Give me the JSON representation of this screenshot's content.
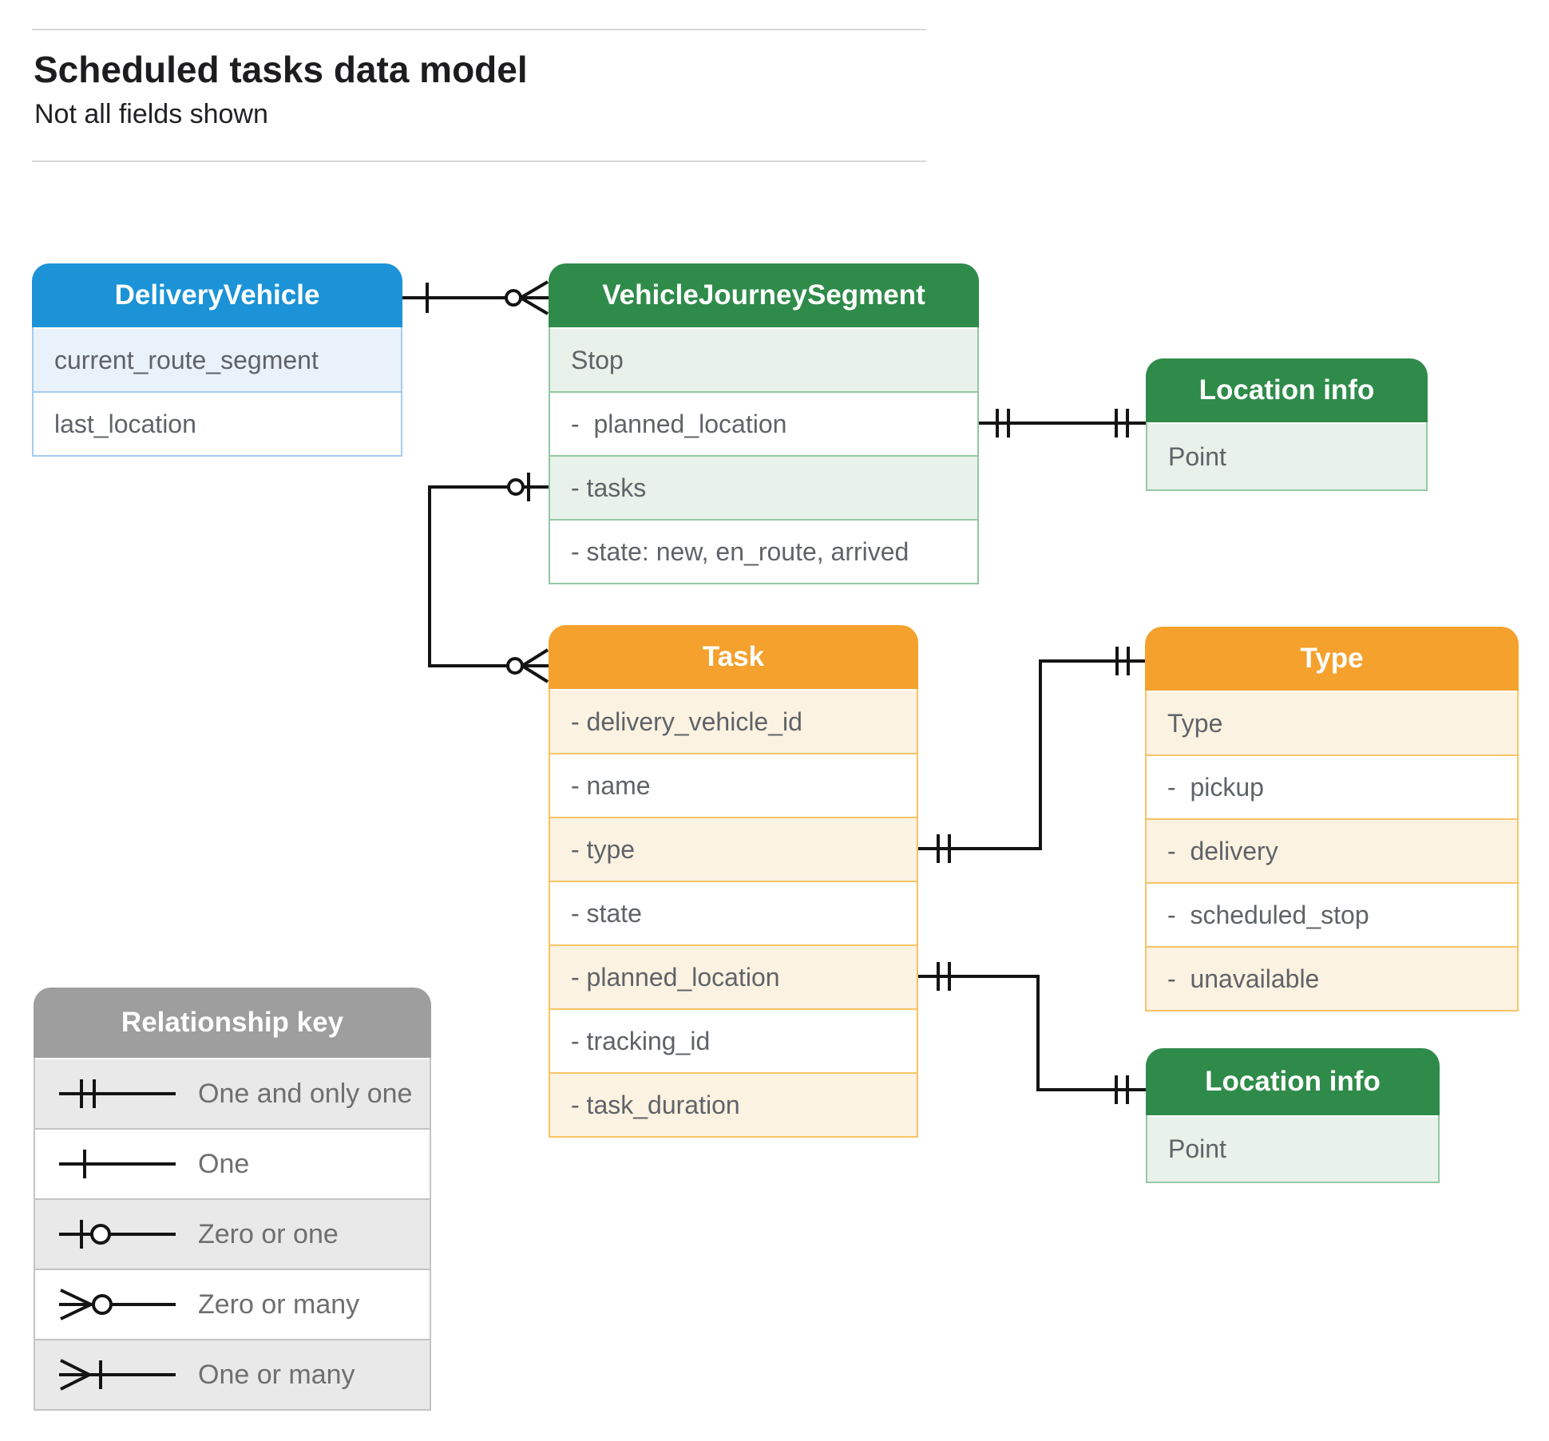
{
  "header": {
    "title": "Scheduled tasks data model",
    "subtitle": "Not all fields shown"
  },
  "entities": {
    "delivery_vehicle": {
      "title": "DeliveryVehicle",
      "fields": [
        "current_route_segment",
        "last_location"
      ]
    },
    "vehicle_journey_segment": {
      "title": "VehicleJourneySegment",
      "fields": [
        "Stop",
        "-  planned_location",
        "- tasks",
        "- state: new, en_route, arrived"
      ]
    },
    "location_info_top": {
      "title": "Location info",
      "fields": [
        "Point"
      ]
    },
    "task": {
      "title": "Task",
      "fields": [
        "- delivery_vehicle_id",
        "- name",
        "- type",
        "- state",
        "- planned_location",
        "- tracking_id",
        "- task_duration"
      ]
    },
    "type": {
      "title": "Type",
      "fields": [
        "Type",
        "-  pickup",
        "-  delivery",
        "-  scheduled_stop",
        "-  unavailable"
      ]
    },
    "location_info_bottom": {
      "title": "Location info",
      "fields": [
        "Point"
      ]
    }
  },
  "legend": {
    "title": "Relationship key",
    "items": [
      {
        "symbol": "one-and-only-one",
        "label": "One and only one"
      },
      {
        "symbol": "one",
        "label": "One"
      },
      {
        "symbol": "zero-or-one",
        "label": "Zero or one"
      },
      {
        "symbol": "zero-or-many",
        "label": "Zero or many"
      },
      {
        "symbol": "one-or-many",
        "label": "One or many"
      }
    ]
  },
  "relationships": [
    {
      "from": "DeliveryVehicle",
      "to": "VehicleJourneySegment",
      "from_cardinality": "one",
      "to_cardinality": "zero-or-many"
    },
    {
      "from": "VehicleJourneySegment.planned_location",
      "to": "Location info",
      "from_cardinality": "one-and-only-one",
      "to_cardinality": "one-and-only-one"
    },
    {
      "from": "VehicleJourneySegment.tasks",
      "to": "Task",
      "from_cardinality": "zero-or-one",
      "to_cardinality": "zero-or-many"
    },
    {
      "from": "Task.type",
      "to": "Type",
      "from_cardinality": "one-and-only-one",
      "to_cardinality": "one-and-only-one"
    },
    {
      "from": "Task.planned_location",
      "to": "Location info",
      "from_cardinality": "one-and-only-one",
      "to_cardinality": "one-and-only-one"
    }
  ],
  "colors": {
    "blue_header": "#1b93d6",
    "green_header": "#2f8b4a",
    "orange_header": "#f5a12d",
    "gray_header": "#9e9e9e",
    "connector": "#141414",
    "field_text": "#5f6368"
  }
}
